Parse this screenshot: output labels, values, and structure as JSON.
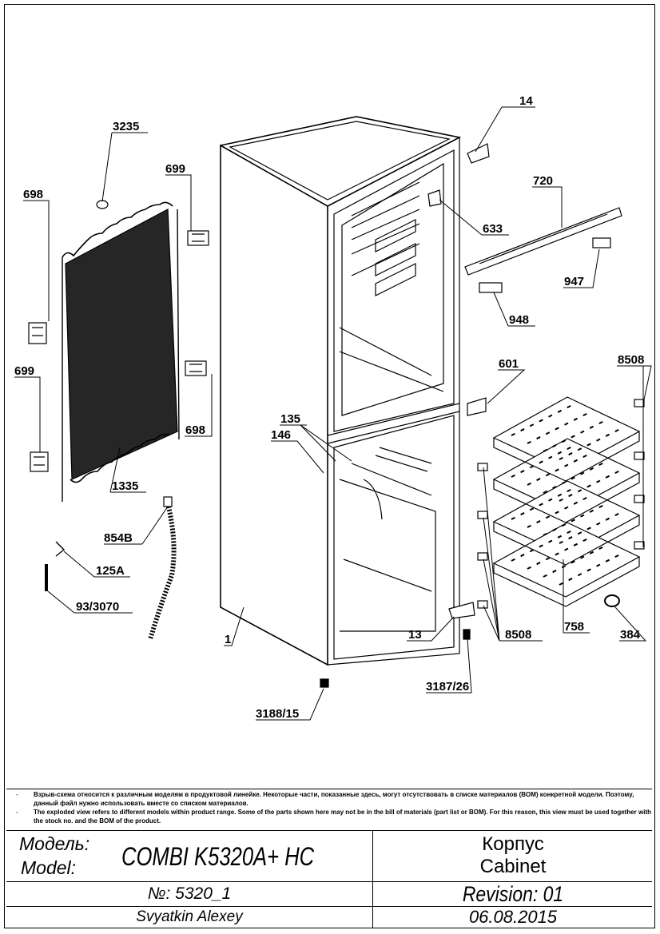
{
  "callouts": {
    "c3235": "3235",
    "c699a": "699",
    "c698a": "698",
    "c699b": "699",
    "c698b": "698",
    "c1335": "1335",
    "c854b": "854B",
    "c125a": "125A",
    "c93": "93/3070",
    "c1": "1",
    "c3188": "3188/15",
    "c135": "135",
    "c146": "146",
    "c14": "14",
    "c720": "720",
    "c633": "633",
    "c947": "947",
    "c948": "948",
    "c601": "601",
    "c8508a": "8508",
    "c8508b": "8508",
    "c13": "13",
    "c3187": "3187/26",
    "c758": "758",
    "c384": "384"
  },
  "notes": {
    "dash": "-",
    "ru": "Взрыв-схема относится к различным моделям в продуктовой линейке. Некоторые части, показанные здесь, могут отсутствовать в списке материалов (BOM) конкретной модели. Поэтому, данный файл нужно использовать вместе со списком материалов.",
    "en": "The exploded view refers to different models within product range. Some of the parts shown here may not be in the bill of materials (part list or BOM). For this reason, this view must be used together with the stock no. and the BOM of the product."
  },
  "title_block": {
    "model_label_ru": "Модель:",
    "model_label_en": "Model:",
    "model_value": "COMBI K5320A+ HC",
    "part_name_ru": "Корпус",
    "part_name_en": "Cabinet",
    "number": "№: 5320_1",
    "revision": "Revision: 01",
    "author": "Svyatkin Alexey",
    "date": "06.08.2015"
  }
}
